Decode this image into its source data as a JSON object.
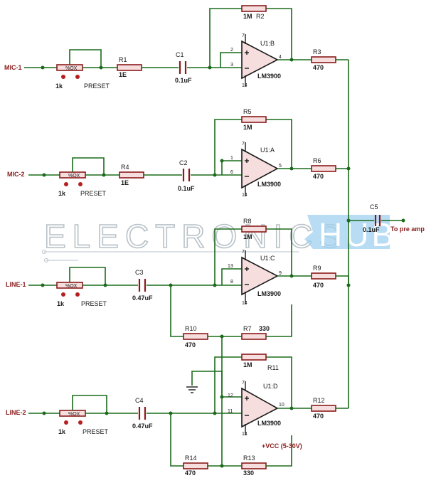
{
  "watermark": {
    "text": "ELECTRONICS",
    "hub": "HUB"
  },
  "inputs": {
    "mic1": "MIC-1",
    "mic2": "MIC-2",
    "line1": "LINE-1",
    "line2": "LINE-2"
  },
  "presets": {
    "value": "1k",
    "label": "PRESET",
    "knob": "%OX"
  },
  "opamps": {
    "u1b": {
      "ref": "U1:B",
      "part": "LM3900",
      "pin_inv": "2",
      "pin_noninv": "3",
      "pin_out": "4",
      "pin_vcc": "7",
      "pin_gnd": "14"
    },
    "u1a": {
      "ref": "U1:A",
      "part": "LM3900",
      "pin_inv": "1",
      "pin_noninv": "6",
      "pin_out": "5",
      "pin_vcc": "7",
      "pin_gnd": "14"
    },
    "u1c": {
      "ref": "U1:C",
      "part": "LM3900",
      "pin_inv": "13",
      "pin_noninv": "8",
      "pin_out": "9",
      "pin_vcc": "7",
      "pin_gnd": "14"
    },
    "u1d": {
      "ref": "U1:D",
      "part": "LM3900",
      "pin_inv": "12",
      "pin_noninv": "11",
      "pin_out": "10",
      "pin_vcc": "7",
      "pin_gnd": "14"
    }
  },
  "resistors": {
    "r1": {
      "ref": "R1",
      "value": "1E"
    },
    "r2": {
      "ref": "R2",
      "value": "1M"
    },
    "r3": {
      "ref": "R3",
      "value": "470"
    },
    "r4": {
      "ref": "R4",
      "value": "1E"
    },
    "r5": {
      "ref": "R5",
      "value": "1M"
    },
    "r6": {
      "ref": "R6",
      "value": "470"
    },
    "r7": {
      "ref": "R7",
      "value": "330"
    },
    "r8": {
      "ref": "R8",
      "value": "1M"
    },
    "r9": {
      "ref": "R9",
      "value": "470"
    },
    "r10": {
      "ref": "R10",
      "value": "470"
    },
    "r11": {
      "ref": "R11",
      "value": "1M"
    },
    "r12": {
      "ref": "R12",
      "value": "470"
    },
    "r13": {
      "ref": "R13",
      "value": "330"
    },
    "r14": {
      "ref": "R14",
      "value": "470"
    }
  },
  "capacitors": {
    "c1": {
      "ref": "C1",
      "value": "0.1uF"
    },
    "c2": {
      "ref": "C2",
      "value": "0.1uF"
    },
    "c3": {
      "ref": "C3",
      "value": "0.47uF"
    },
    "c4": {
      "ref": "C4",
      "value": "0.47uF"
    },
    "c5": {
      "ref": "C5",
      "value": "0.1uF"
    }
  },
  "output": {
    "label": "To pre amp"
  },
  "supply": {
    "label": "+VCC (5-30V)"
  },
  "colors": {
    "wire": "#1a6b1a",
    "component": "#8a1a1a",
    "opamp_fill": "#f7dede",
    "watermark": "#b9c2c8",
    "hub_box": "#9fd0ef"
  }
}
